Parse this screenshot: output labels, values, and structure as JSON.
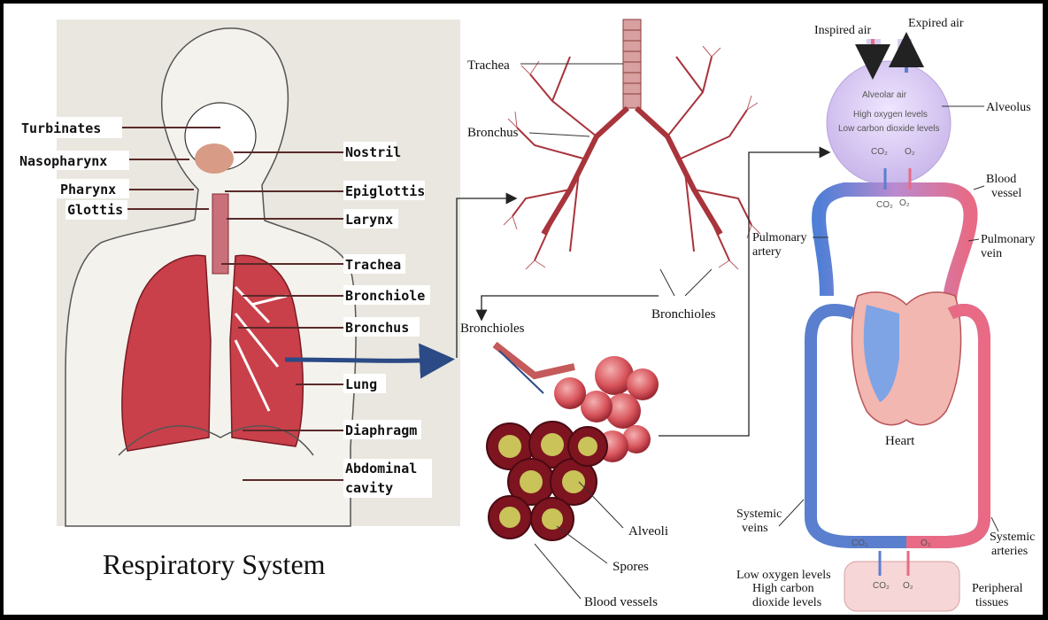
{
  "colors": {
    "lung": "#c9404a",
    "airway": "#b2313c",
    "arrow_blue": "#2b4a86",
    "vessel_blue": "#4f7fd6",
    "vessel_red": "#e86a84",
    "alveolus_fill": "#d9cdf0",
    "frame": "#000000"
  },
  "left_panel": {
    "title": "Respiratory System",
    "labels_left": [
      "Turbinates",
      "Nasopharynx",
      "Pharynx",
      "Glottis"
    ],
    "labels_right": [
      "Nostril",
      "Epiglottis",
      "Larynx",
      "Trachea",
      "Bronchiole",
      "Bronchus",
      "Lung",
      "Diaphragm",
      "Abdominal",
      "cavity"
    ]
  },
  "middle_panel": {
    "trachea_label": "Trachea",
    "bronchus_label": "Bronchus",
    "bronchioles_label_right": "Bronchioles",
    "bronchioles_label_left": "Bronchioles",
    "alveoli_label": "Alveoli",
    "spores_label": "Spores",
    "blood_vessels_label": "Blood vessels"
  },
  "right_panel": {
    "inspired_air": "Inspired air",
    "expired_air": "Expired air",
    "alveolus_label": "Alveolus",
    "alveolar_air": "Alveolar air",
    "high_oxygen": "High oxygen levels",
    "low_co2": "Low carbon dioxide levels",
    "co2": "CO₂",
    "o2": "O₂",
    "blood_vessel_1": "Blood",
    "blood_vessel_2": "vessel",
    "pulmonary_artery_1": "Pulmonary",
    "pulmonary_artery_2": "artery",
    "pulmonary_vein_1": "Pulmonary",
    "pulmonary_vein_2": "vein",
    "heart": "Heart",
    "systemic_veins_1": "Systemic",
    "systemic_veins_2": "veins",
    "systemic_arteries_1": "Systemic",
    "systemic_arteries_2": "arteries",
    "low_oxygen_1": "Low oxygen levels",
    "low_oxygen_2": "High carbon",
    "low_oxygen_3": "dioxide levels",
    "peripheral_1": "Peripheral",
    "peripheral_2": "tissues"
  }
}
